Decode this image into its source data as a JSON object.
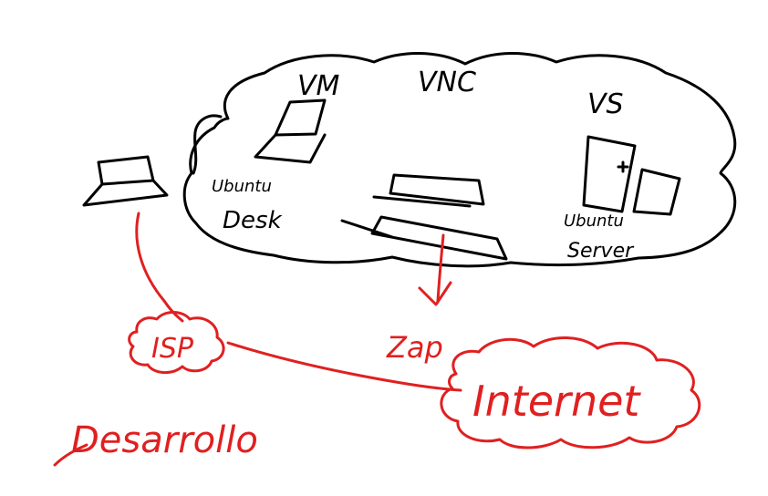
{
  "colors": {
    "ink": "#000000",
    "accent": "#e02020",
    "background": "#ffffff"
  },
  "labels": {
    "vm": "VM",
    "vnc": "VNC",
    "vs": "VS",
    "ubuntu": "Ubuntu",
    "desktop": "Desk",
    "ubuntu_server_1": "Ubuntu",
    "ubuntu_server_2": "Server",
    "isp": "ISP",
    "zap": "Zap",
    "internet": "Internet",
    "desarrollo": "Desarrollo"
  }
}
